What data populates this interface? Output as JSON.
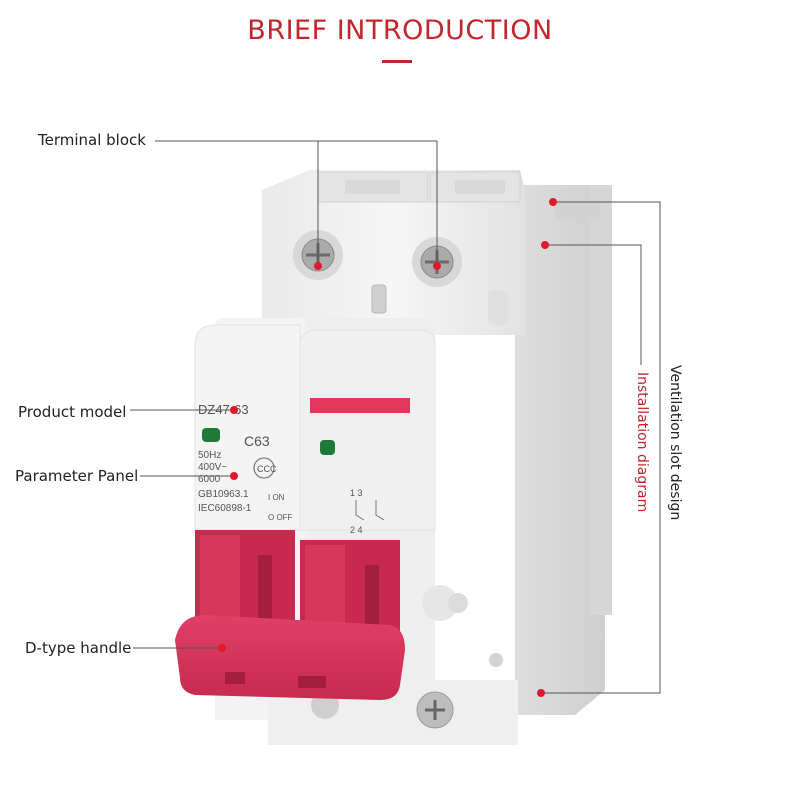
{
  "header": {
    "title": "BRIEF INTRODUCTION"
  },
  "labels": {
    "terminal_block": "Terminal block",
    "product_model": "Product model",
    "parameter_panel": "Parameter Panel",
    "d_type_handle": "D-type handle",
    "installation_diagram": "Installation diagram",
    "ventilation_slot_design": "Ventilation slot design"
  },
  "product_print": {
    "model": "DZ47-63",
    "rating": "C63",
    "frequency": "50Hz",
    "voltage": "400V~",
    "capacity": "6000",
    "standard_1": "GB10963.1",
    "standard_2": "IEC60898-1",
    "on_text": "I ON",
    "off_text": "O OFF",
    "top_poles": "1 3",
    "bottom_poles": "2 4"
  },
  "colors": {
    "accent": "#c1272d",
    "handle": "#d9345a",
    "body": "#f1f1f1",
    "indicator": "#1f7a3a"
  }
}
